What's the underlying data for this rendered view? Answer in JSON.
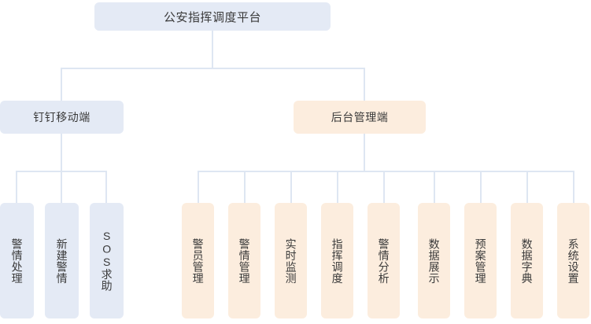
{
  "diagram": {
    "title": "公安指挥调度平台",
    "type": "organization-tree",
    "colors": {
      "blue_fill": "#e4eaf5",
      "orange_fill": "#fcedde",
      "connector": "#dee6f2",
      "text": "#3a3a3a",
      "background": "#ffffff"
    },
    "root": {
      "label": "公安指挥调度平台"
    },
    "branches": [
      {
        "label": "钉钉移动端",
        "color": "blue",
        "children": [
          {
            "label": "警情处理"
          },
          {
            "label": "新建警情"
          },
          {
            "label": "SOS求助"
          }
        ]
      },
      {
        "label": "后台管理端",
        "color": "orange",
        "children": [
          {
            "label": "警员管理"
          },
          {
            "label": "警情管理"
          },
          {
            "label": "实时监测"
          },
          {
            "label": "指挥调度"
          },
          {
            "label": "警情分析"
          },
          {
            "label": "数据展示"
          },
          {
            "label": "预案管理"
          },
          {
            "label": "数据字典"
          },
          {
            "label": "系统设置"
          }
        ]
      }
    ]
  }
}
